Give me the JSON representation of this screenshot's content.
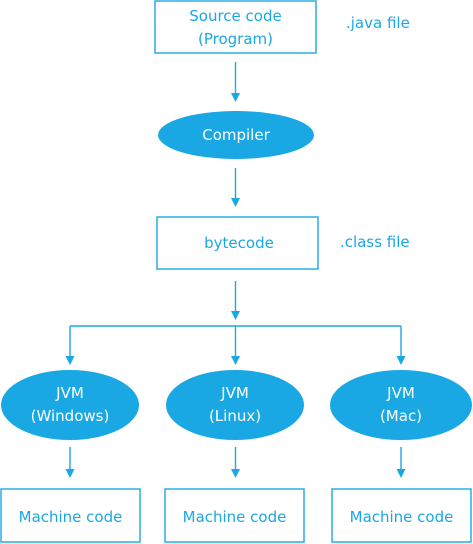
{
  "source": {
    "line1": "Source code",
    "line2": "(Program)",
    "note": ".java file"
  },
  "compiler": {
    "label": "Compiler"
  },
  "bytecode": {
    "label": "bytecode",
    "note": ".class file"
  },
  "jvms": [
    {
      "line1": "JVM",
      "line2": "(Windows)"
    },
    {
      "line1": "JVM",
      "line2": "(Linux)"
    },
    {
      "line1": "JVM",
      "line2": "(Mac)"
    }
  ],
  "machine": [
    {
      "label": "Machine code"
    },
    {
      "label": "Machine code"
    },
    {
      "label": "Machine code"
    }
  ],
  "colors": {
    "accent": "#19a8e4",
    "background": "#ffffff",
    "oval_text": "#ffffff"
  }
}
